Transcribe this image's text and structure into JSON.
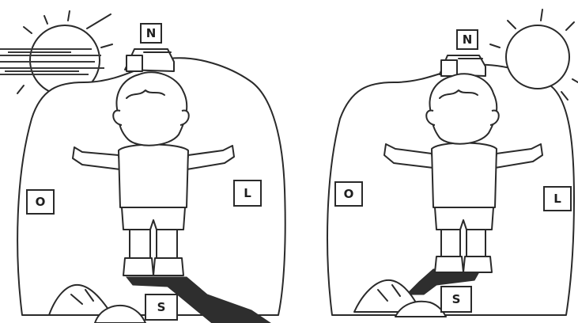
{
  "scenes": [
    {
      "id": "morning",
      "labels": {
        "north": "N",
        "west": "O",
        "east": "L",
        "south": "S"
      }
    },
    {
      "id": "afternoon",
      "labels": {
        "north": "N",
        "west": "O",
        "east": "L",
        "south": "S"
      }
    }
  ]
}
